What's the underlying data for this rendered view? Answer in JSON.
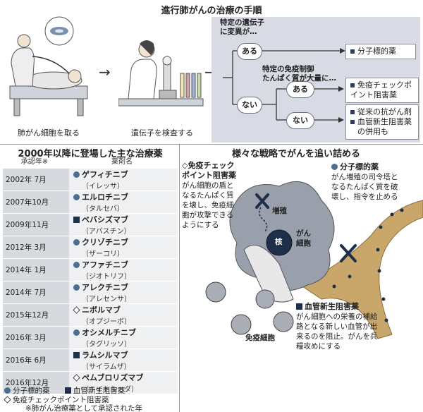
{
  "top": {
    "title": "進行肺がんの治療の手順",
    "step1_caption": "肺がん細胞を取る",
    "step2_caption": "遺伝子を検査する"
  },
  "flow": {
    "q1": "特定の遺伝子\nに変異が…",
    "aru1": "ある",
    "res1": "分子標的薬",
    "q2": "特定の免疫制御\nたんぱく質が大量に…",
    "nai1": "ない",
    "aru2": "ある",
    "res2": "免疫チェックポ\nイント阻害薬",
    "nai2": "ない",
    "res3a": "従来の抗がん剤",
    "res3b": "血管新生阻害薬\nの併用も"
  },
  "table": {
    "title": "2000年以降に登場した主な治療薬",
    "col_year": "承認年※",
    "col_name": "薬剤名",
    "rows": [
      {
        "year": "2002年 7月",
        "name": "ゲフィチニブ",
        "brand": "（イレッサ）",
        "type": "circle"
      },
      {
        "year": "2007年10月",
        "name": "エルロチニブ",
        "brand": "（タルセバ）",
        "type": "circle"
      },
      {
        "year": "2009年11月",
        "name": "ベバシズマブ",
        "brand": "（アバスチン）",
        "type": "square"
      },
      {
        "year": "2012年 3月",
        "name": "クリゾチニブ",
        "brand": "（ザーコリ）",
        "type": "circle"
      },
      {
        "year": "2014年 1月",
        "name": "アファチニブ",
        "brand": "（ジオトリフ）",
        "type": "circle"
      },
      {
        "year": "2014年 7月",
        "name": "アレクチニブ",
        "brand": "（アレセンサ）",
        "type": "circle"
      },
      {
        "year": "2015年12月",
        "name": "ニボルマブ",
        "brand": "（オプジーボ）",
        "type": "diamond"
      },
      {
        "year": "2016年 3月",
        "name": "オシメルチニブ",
        "brand": "（タグリッソ）",
        "type": "circle"
      },
      {
        "year": "2016年 6月",
        "name": "ラムシルマブ",
        "brand": "（サイラムザ）",
        "type": "square"
      },
      {
        "year": "2016年12月",
        "name": "ペムブロリズマブ",
        "brand": "（キイトルーダ）",
        "type": "diamond"
      }
    ],
    "legend_circle": "分子標的薬",
    "legend_square": "血管新生阻害薬",
    "legend_diamond": "免疫チェックポイント阻害薬",
    "footnote": "※肺がん治療薬として承認された年"
  },
  "strategy": {
    "title": "様々な戦略でがんを追い詰める",
    "immune_head": "◇免疫チェック\nポイント阻害薬",
    "immune_body": "がん細胞の盾と\nなるたんぱく質\nを壊し、免疫細\n胞が攻撃できる\nようにする",
    "target_head": "分子標的薬",
    "target_body": "がん増殖の司令塔と\nなるたんぱく質を破\n壊し、指令を止める",
    "vessel_head": "血管新生阻害薬",
    "vessel_body": "がん細胞への栄養の補給\n路となる新しい血管が出\n来るのを阻止。がんを兵\n糧攻めにする",
    "label_prolif": "増殖",
    "label_nucleus": "核",
    "label_cancer": "がん\n細胞",
    "label_immune_cell": "免疫細胞"
  },
  "colors": {
    "flow_bg": "#d8dbe3",
    "circle": "#4b6f8f",
    "square": "#1f2f4a",
    "vessel": "#c9a76a",
    "cell": "#9aa0ab"
  }
}
